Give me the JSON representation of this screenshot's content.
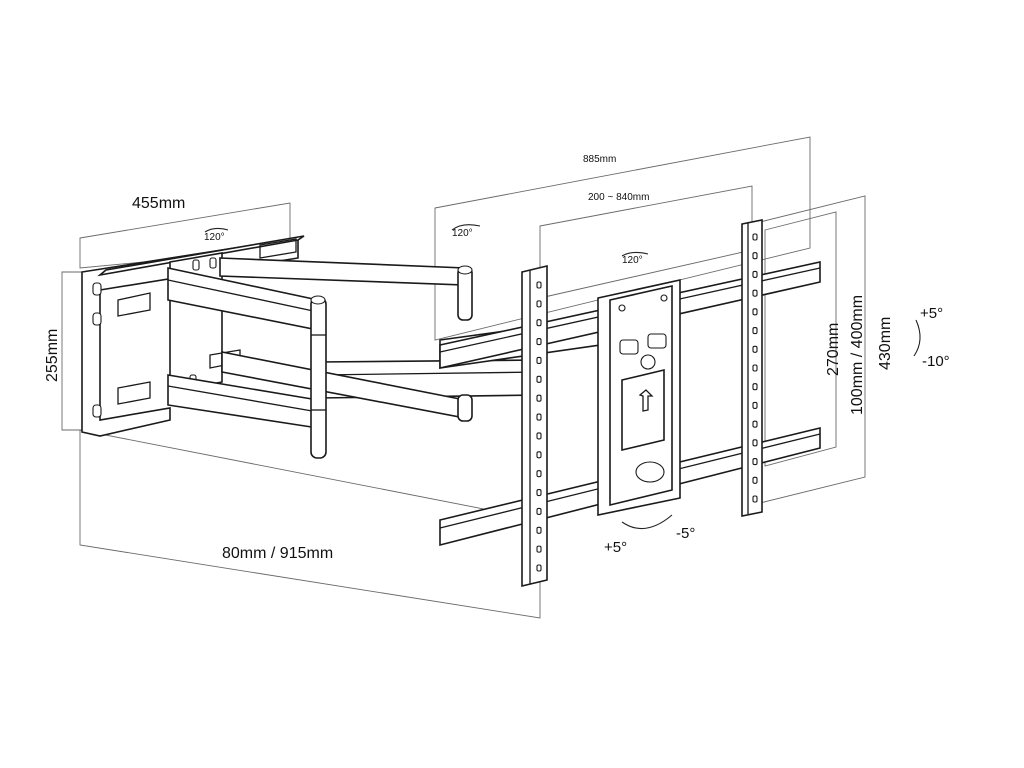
{
  "diagram": {
    "dimensions": {
      "arm_depth": "455mm",
      "wall_plate_height": "255mm",
      "extension": "80mm / 915mm",
      "overall_width": "885mm",
      "rail_span": "200 ~ 840mm",
      "vesa_vertical_small": "270mm",
      "vesa_vertical_mid": "100mm / 400mm",
      "overall_height": "430mm"
    },
    "swivel": {
      "wall_joint": "120°",
      "middle_joint": "120°",
      "head_joint": "120°"
    },
    "tilt": {
      "up": "+5°",
      "down": "-10°"
    },
    "rotation": {
      "left": "+5°",
      "right": "-5°"
    },
    "colors": {
      "line": "#1a1a1a",
      "dimension": "#6a6a6a",
      "background": "#ffffff"
    }
  }
}
